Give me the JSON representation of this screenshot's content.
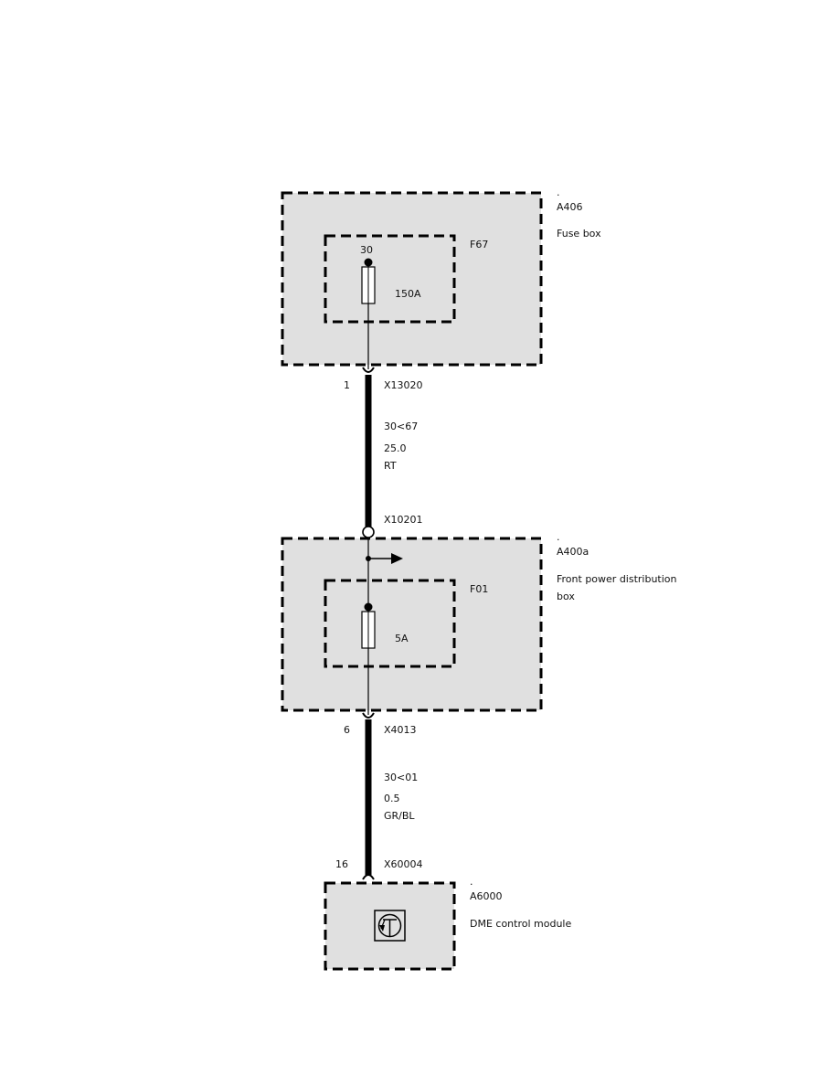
{
  "colors": {
    "box_fill": "#e0e0e0",
    "line": "#000000",
    "text": "#111111"
  },
  "components": {
    "fuse_box": {
      "dot": ".",
      "id": "A406",
      "name": "Fuse box"
    },
    "fuse_f67": {
      "id": "F67",
      "pin": "30",
      "rating": "150A"
    },
    "front_pdb": {
      "dot": ".",
      "id": "A400a",
      "name_line1": "Front power distribution",
      "name_line2": "box"
    },
    "fuse_f01": {
      "id": "F01",
      "rating": "5A"
    },
    "dme": {
      "dot": ".",
      "id": "A6000",
      "name": "DME control module",
      "icon": "transistor-icon"
    }
  },
  "connectors": {
    "x13020": {
      "id": "X13020",
      "pin": "1"
    },
    "x10201": {
      "id": "X10201"
    },
    "x4013": {
      "id": "X4013",
      "pin": "6"
    },
    "x60004": {
      "id": "X60004",
      "pin": "16"
    }
  },
  "wires": {
    "w1": {
      "circuit": "30<67",
      "size": "25.0",
      "color": "RT"
    },
    "w2": {
      "circuit": "30<01",
      "size": "0.5",
      "color": "GR/BL"
    }
  }
}
